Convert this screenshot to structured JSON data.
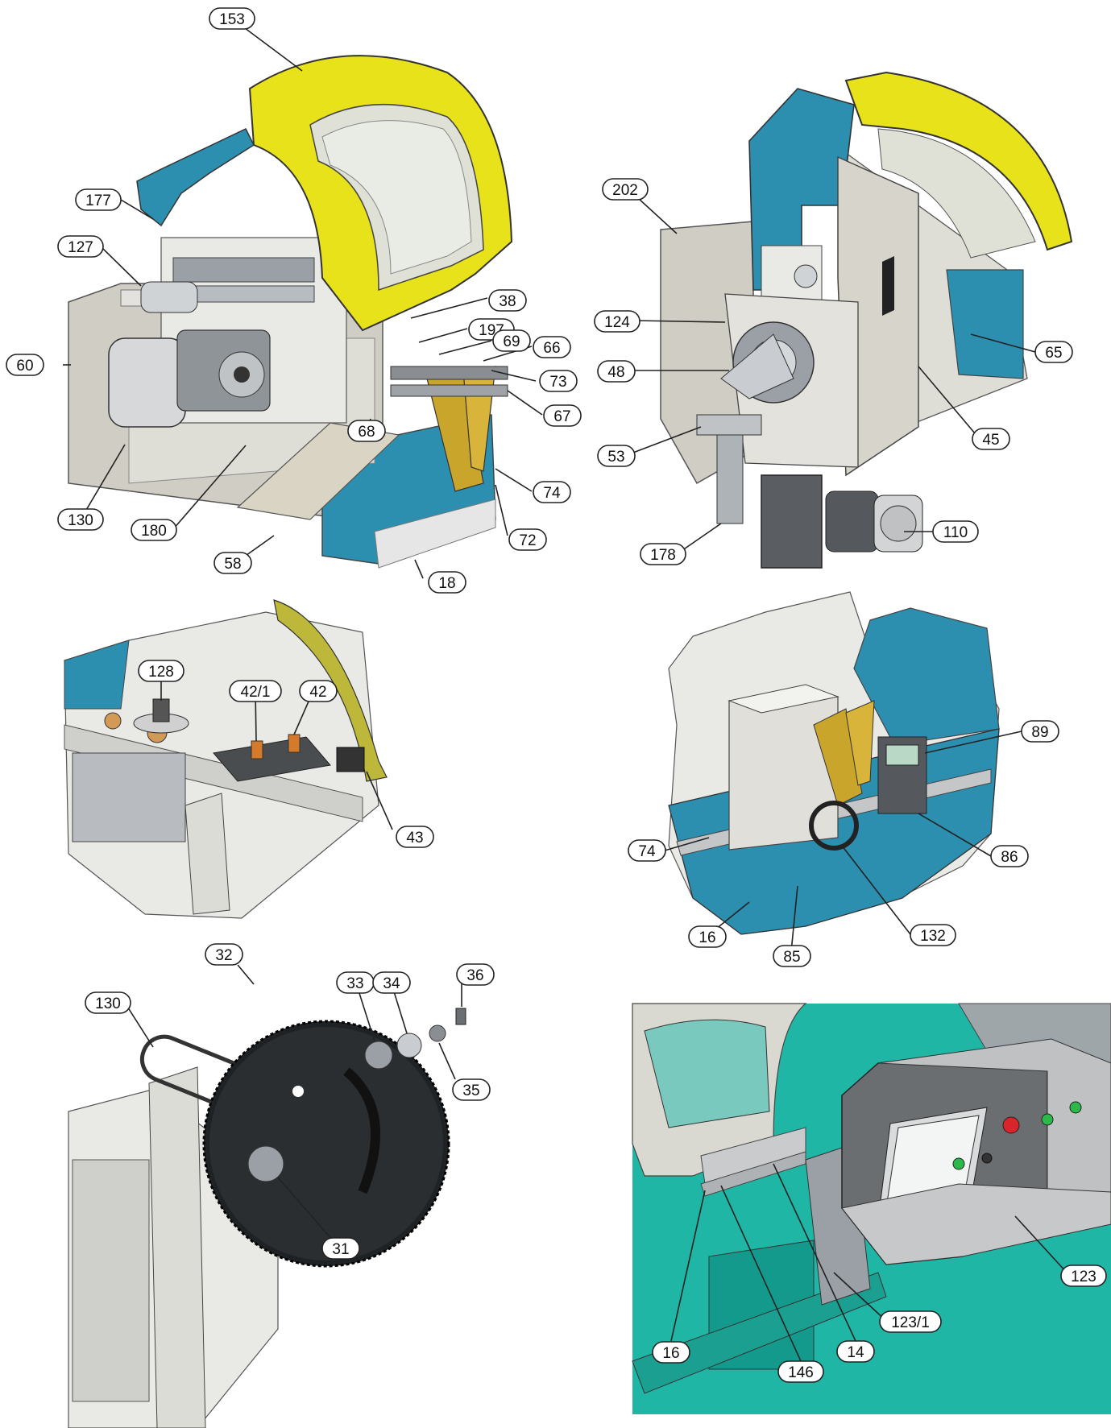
{
  "panels": [
    {
      "id": "main-machine-front",
      "callouts": [
        "153",
        "177",
        "127",
        "60",
        "130",
        "180",
        "58",
        "18",
        "38",
        "197",
        "69",
        "66",
        "73",
        "67",
        "68",
        "74",
        "72"
      ]
    },
    {
      "id": "main-machine-rear",
      "callouts": [
        "202",
        "124",
        "48",
        "53",
        "178",
        "110",
        "65",
        "45"
      ]
    },
    {
      "id": "blade-area-detail",
      "callouts": [
        "128",
        "42/1",
        "42",
        "43"
      ]
    },
    {
      "id": "positioner-detail",
      "callouts": [
        "89",
        "74",
        "86",
        "16",
        "85",
        "132"
      ]
    },
    {
      "id": "blade-exploded",
      "callouts": [
        "32",
        "33",
        "34",
        "36",
        "130",
        "35",
        "31"
      ]
    },
    {
      "id": "control-panel-detail",
      "callouts": [
        "123",
        "123/1",
        "16",
        "146",
        "14"
      ]
    }
  ],
  "colors": {
    "guard_yellow": "#e8e21a",
    "body_blue": "#2c8fb0",
    "body_grey": "#cfcdc4",
    "frame_light": "#e9e9e6",
    "dark_metal": "#3a3a3a",
    "teal_table": "#1fb6a6",
    "button_green": "#2db84a",
    "button_red": "#d8242a"
  }
}
